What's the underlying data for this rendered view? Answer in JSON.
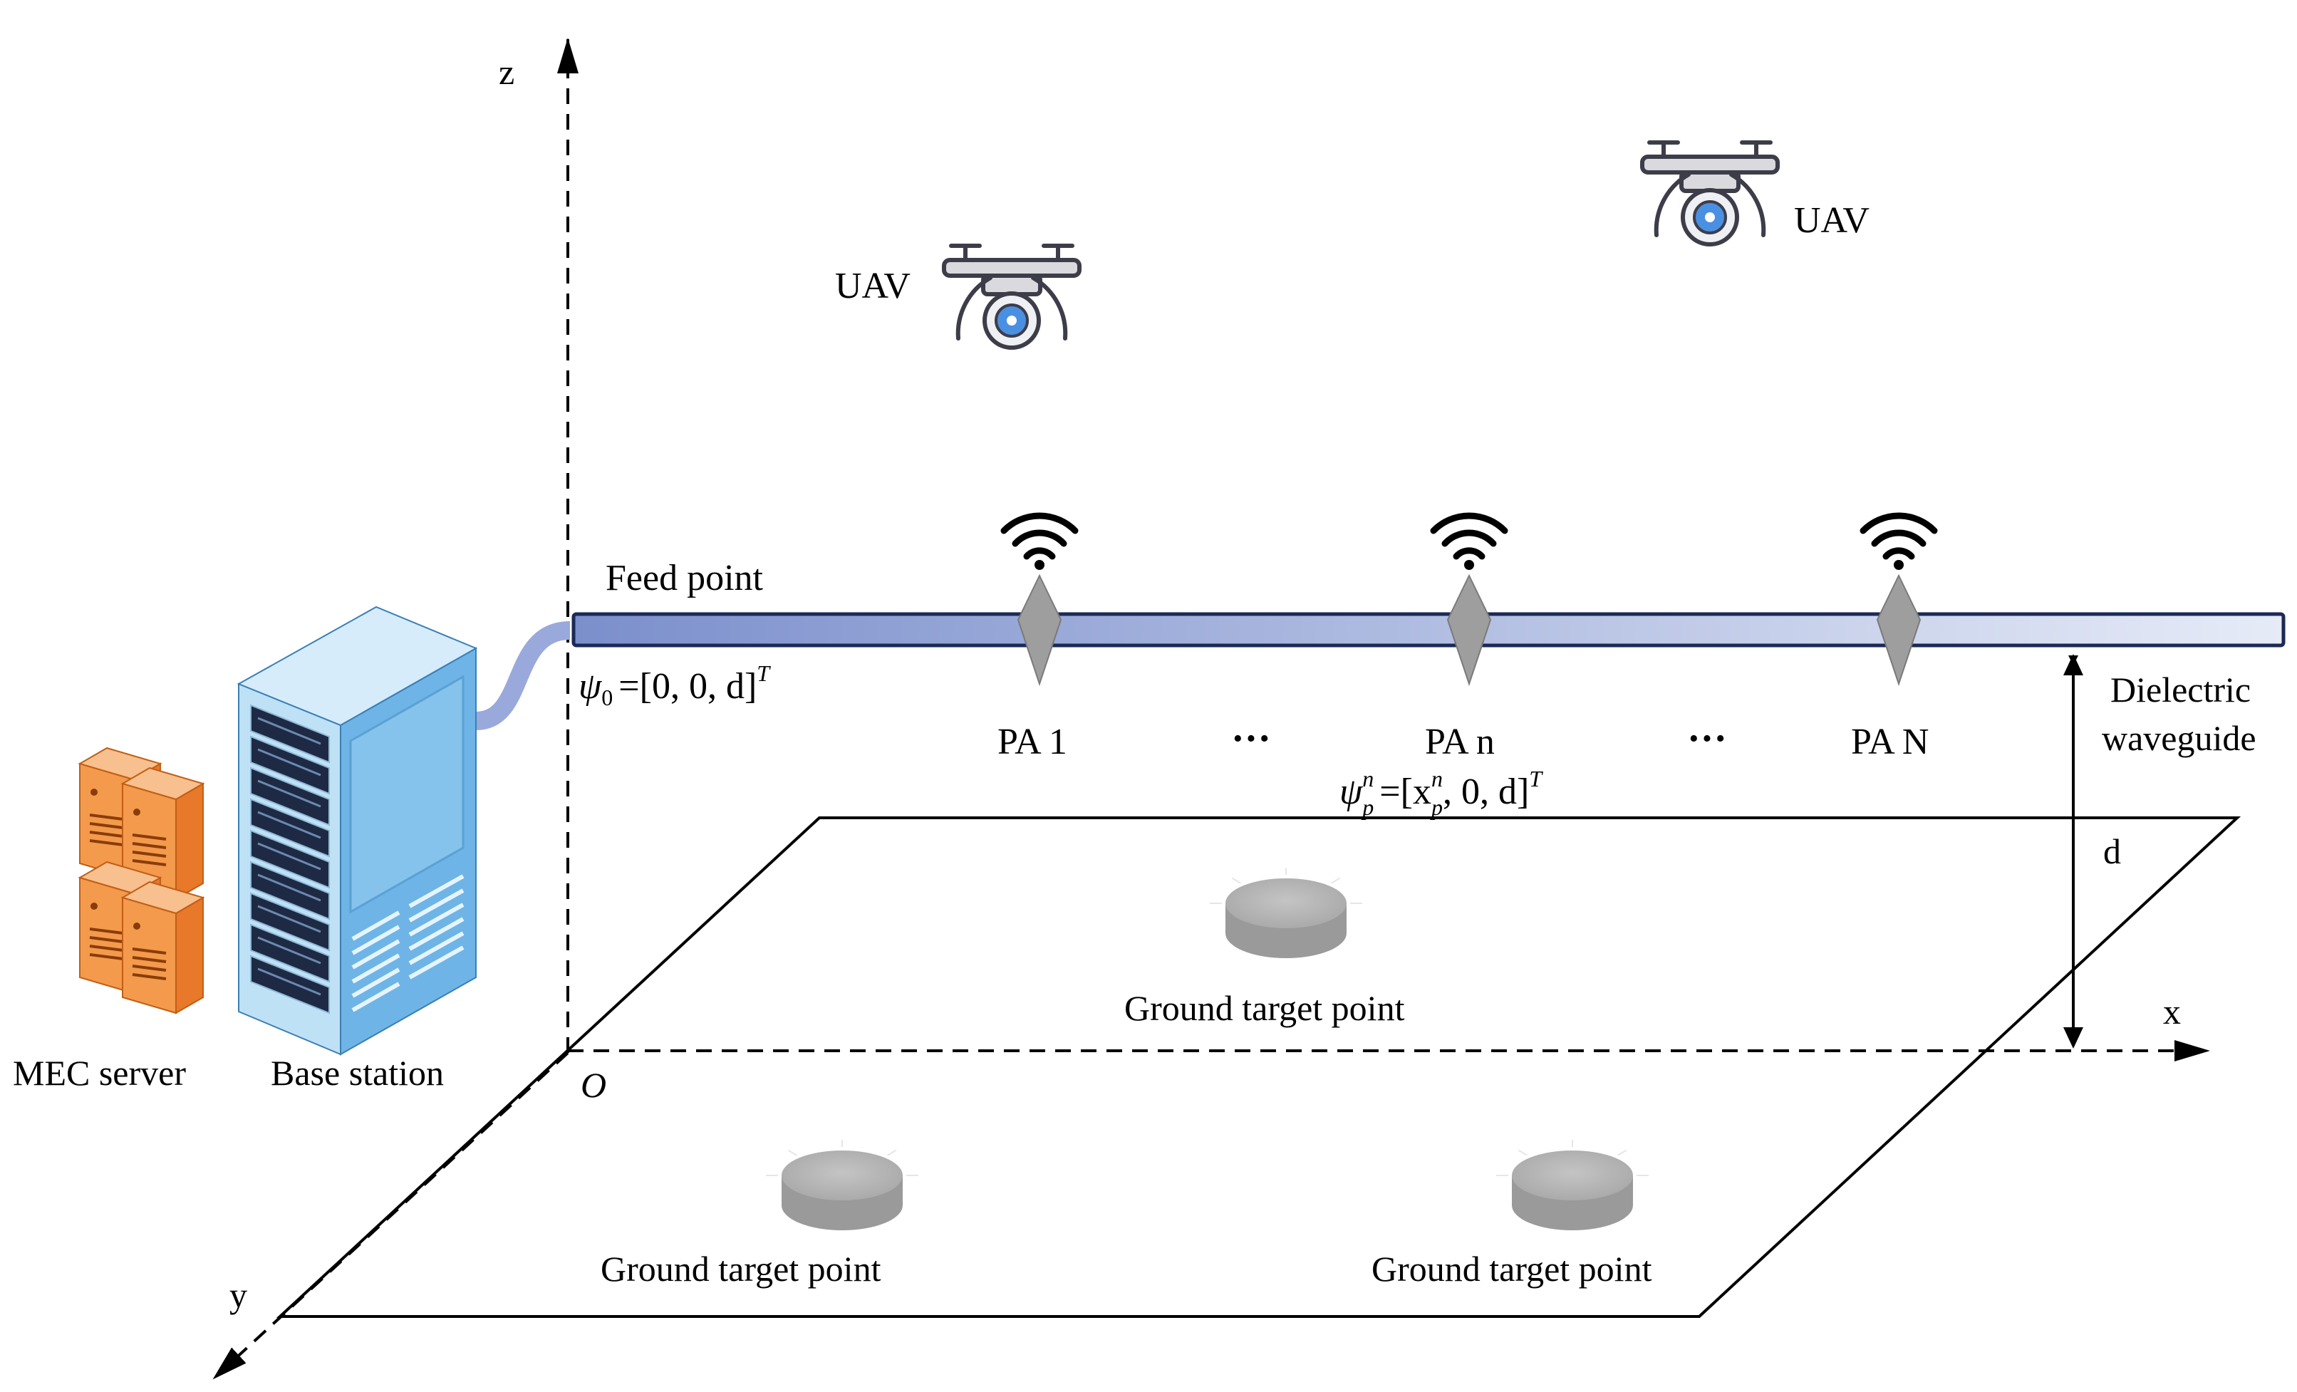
{
  "axes": {
    "x": "x",
    "y": "y",
    "z": "z",
    "origin": "O"
  },
  "uavs": [
    {
      "label": "UAV"
    },
    {
      "label": "UAV"
    }
  ],
  "waveguide": {
    "feed_point": "Feed point",
    "psi0_symbol": "ψ",
    "psi0_sub": "0",
    "psi0_value": "=[0, 0, d]",
    "psi0_sup": "T",
    "label_line1": "Dielectric",
    "label_line2": "waveguide",
    "height_label": "d",
    "color_start": "#7b8fcc",
    "color_end": "#e6ebf7"
  },
  "pinching_antennas": [
    {
      "label": "PA 1"
    },
    {
      "label": "PA n"
    },
    {
      "label": "PA N"
    }
  ],
  "ellipsis": [
    "···",
    "···"
  ],
  "pa_position": {
    "symbol": "ψ",
    "sup_n": "n",
    "sub_p": "p",
    "eq": "=[x",
    "x_sup": "n",
    "x_sub": "p",
    "rest": ", 0, d]",
    "sup_T": "T"
  },
  "ground_targets": [
    {
      "label": "Ground target point"
    },
    {
      "label": "Ground target point"
    },
    {
      "label": "Ground target point"
    }
  ],
  "infrastructure": {
    "mec_label": "MEC server",
    "bs_label": "Base station",
    "mec_color": "#e8782a",
    "bs_color": "#6eb4e6"
  }
}
